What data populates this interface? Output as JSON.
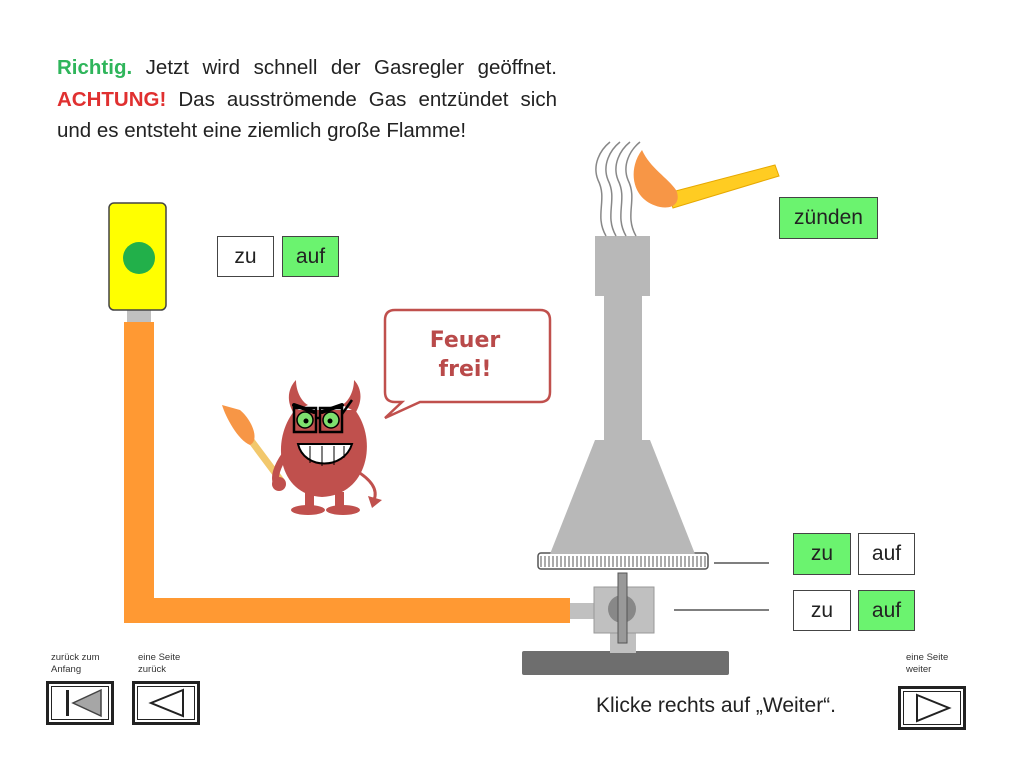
{
  "instruction": {
    "correct": "Richtig.",
    "text1": " Jetzt wird schnell der Gasregler geöffnet. ",
    "warning": "ACHTUNG!",
    "text2": " Das ausströmende Gas entzündet sich und es entsteht eine ziemlich große Flamme!"
  },
  "gas_valve": {
    "close_label": "zu",
    "open_label": "auf",
    "state": "auf"
  },
  "ignite_button": "zünden",
  "speech_bubble": {
    "line1": "Feuer",
    "line2": "frei!"
  },
  "air_control": {
    "close_label": "zu",
    "open_label": "auf",
    "state": "zu"
  },
  "gas_control": {
    "close_label": "zu",
    "open_label": "auf",
    "state": "auf"
  },
  "bottom_instruction": "Klicke rechts auf „Weiter“.",
  "navigation": {
    "to_start": "zurück zum Anfang",
    "back": "eine Seite zurück",
    "forward": "eine Seite weiter"
  },
  "colors": {
    "correct": "#2fb55b",
    "warning": "#e03030",
    "active_button": "#6bf36f",
    "pipe": "#ff9933",
    "burner": "#b8b8b8",
    "valve_housing": "#ffff00",
    "indicator": "#22b04a",
    "devil": "#c0504d"
  }
}
